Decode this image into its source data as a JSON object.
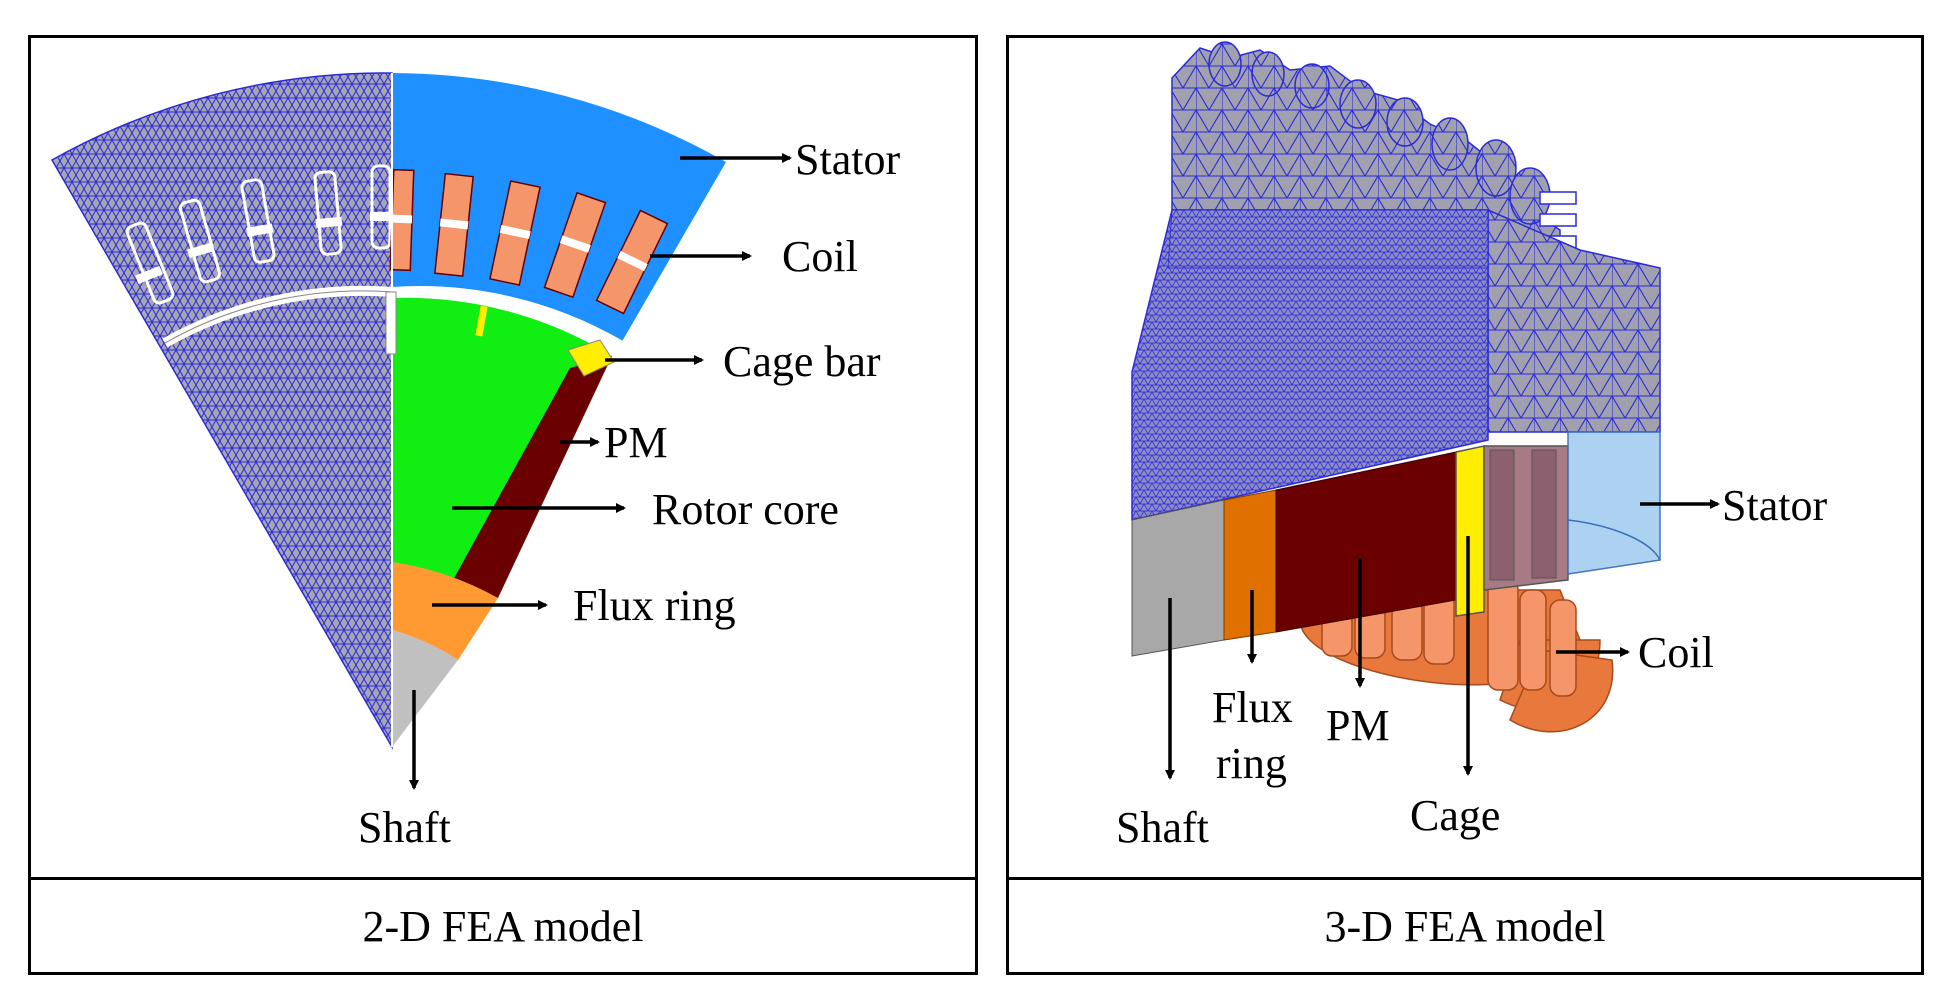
{
  "colors": {
    "stator": "#1e90ff",
    "mesh": "#2a2ad8",
    "coil": "#f4956a",
    "cage_bar": "#ffee00",
    "pm": "#6b0000",
    "rotor_core": "#11ee11",
    "flux_ring": "#ff9a33",
    "shaft": "#b4b4b4",
    "stator_3d": "#a9cff0"
  },
  "panel_2d": {
    "caption": "2-D FEA model",
    "labels": {
      "stator": "Stator",
      "coil": "Coil",
      "cage_bar": "Cage bar",
      "pm": "PM",
      "rotor_core": "Rotor core",
      "flux_ring": "Flux ring",
      "shaft": "Shaft"
    }
  },
  "panel_3d": {
    "caption": "3-D FEA model",
    "labels": {
      "stator": "Stator",
      "coil": "Coil",
      "shaft": "Shaft",
      "flux_ring_line1": "Flux",
      "flux_ring_line2": "ring",
      "pm": "PM",
      "cage": "Cage"
    }
  }
}
